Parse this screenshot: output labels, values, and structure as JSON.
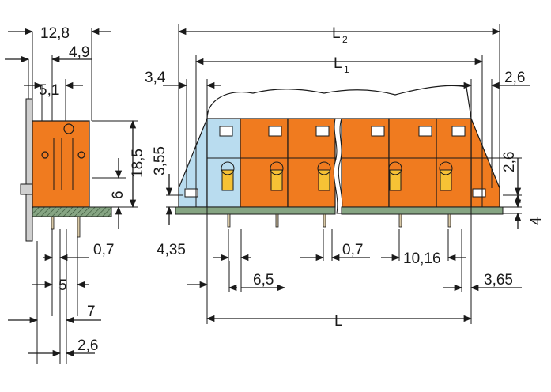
{
  "colors": {
    "orange": "#f07b1f",
    "light_blue": "#b9dcef",
    "green_base": "#86a583",
    "outline": "#1a1a1a",
    "pin_tan": "#d9c9a6",
    "led_yellow": "#f6c235"
  },
  "labels": {
    "side_12_8": "12,8",
    "side_4_9": "4,9",
    "side_5_1": "5,1",
    "side_18_5": "18,5",
    "side_6": "6",
    "side_0_7": "0,7",
    "side_5": "5",
    "side_7": "7",
    "side_2_6": "2,6",
    "front_L2": "L",
    "front_L2_sub": "2",
    "front_L1": "L",
    "front_L1_sub": "1",
    "front_3_4": "3,4",
    "front_2_6_top": "2,6",
    "front_3_55": "3,55",
    "front_2_6_right": "2,6",
    "front_4": "4",
    "front_4_35": "4,35",
    "front_0_7": "0,7",
    "front_10_16": "10,16",
    "front_6_5": "6,5",
    "front_3_65": "3,65",
    "front_L": "L"
  }
}
